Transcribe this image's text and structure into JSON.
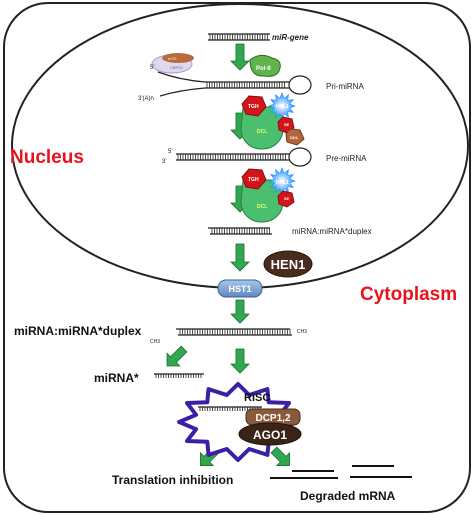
{
  "nucleus_label": "Nucleus",
  "cytoplasm_label": "Cytoplasm",
  "mir_gene_label": "miR-gene",
  "pol2_label": "Pol-II",
  "pri_mirna_label": "Pri-miRNA",
  "pre_mirna_label": "Pre-miRNA",
  "duplex_nuclear_label": "miRNA:miRNA*duplex",
  "duplex_cyto_label": "miRNA:miRNA*duplex",
  "mirna_star_label": "miRNA*",
  "hen1_label": "HEN1",
  "hst1_label": "HST1",
  "risc_label": "RISC",
  "dcp_label": "DCP1,2",
  "ago1_label": "AGO1",
  "translation_label": "Translation inhibition",
  "degraded_label": "Degraded mRNA",
  "tgh_label": "TGH",
  "hyl1_label": "HYL1",
  "dcl_label": "DCL",
  "se_label": "SE",
  "ddl_label": "DDL",
  "cap_label": "m7G",
  "cbp_label": "CBP20",
  "ch3_label": "CH3",
  "five_prime": "5'",
  "three_prime": "3'",
  "polya_label": "3'(A)n",
  "colors": {
    "title_red": "#e8141b",
    "arrow_green": "#2fa84f",
    "dcl_green": "#4bbf6e",
    "tgh_red": "#d3141b",
    "hyl1_blue": "#1e90ff",
    "hen1_brown": "#4a2c1e",
    "hst1_blue": "#7ea6d8",
    "risc_purple": "#3b1fa6",
    "ago_brown": "#3a2418",
    "dcp_brown": "#8a5a3a"
  }
}
